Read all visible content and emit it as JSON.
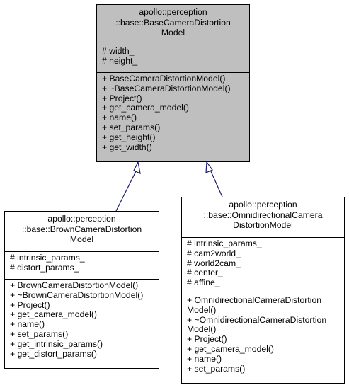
{
  "base_class": {
    "title_lines": [
      "apollo::perception",
      "::base::BaseCameraDistortion",
      "Model"
    ],
    "attributes": [
      "# width_",
      "# height_"
    ],
    "methods": [
      "+ BaseCameraDistortionModel()",
      "+ ~BaseCameraDistortionModel()",
      "+ Project()",
      "+ get_camera_model()",
      "+ name()",
      "+ set_params()",
      "+ get_height()",
      "+ get_width()"
    ]
  },
  "brown_class": {
    "title_lines": [
      "apollo::perception",
      "::base::BrownCameraDistortion",
      "Model"
    ],
    "attributes": [
      "# intrinsic_params_",
      "# distort_params_"
    ],
    "methods": [
      "+ BrownCameraDistortionModel()",
      "+ ~BrownCameraDistortionModel()",
      "+ Project()",
      "+ get_camera_model()",
      "+ name()",
      "+ set_params()",
      "+ get_intrinsic_params()",
      "+ get_distort_params()"
    ]
  },
  "omni_class": {
    "title_lines": [
      "apollo::perception",
      "::base::OmnidirectionalCamera",
      "DistortionModel"
    ],
    "attributes": [
      "# intrinsic_params_",
      "# cam2world_",
      "# world2cam_",
      "# center_",
      "# affine_"
    ],
    "methods": [
      "+ OmnidirectionalCameraDistortion",
      "Model()",
      "+ ~OmnidirectionalCameraDistortion",
      "Model()",
      "+ Project()",
      "+ get_camera_model()",
      "+ name()",
      "+ set_params()"
    ]
  },
  "colors": {
    "base_fill": "#bfbfbf",
    "edge": "#191970",
    "box_fill": "#ffffff"
  }
}
